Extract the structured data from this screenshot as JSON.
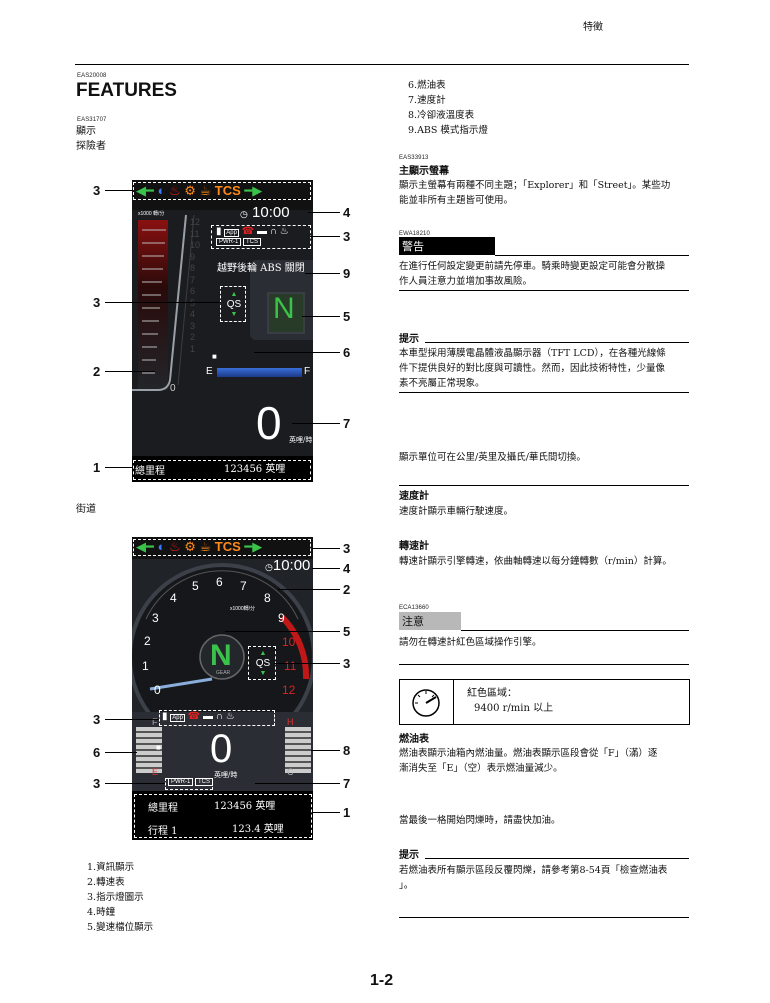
{
  "header": {
    "section_title": "特徵"
  },
  "left": {
    "code_1": "EAS20008",
    "title": "FEATURES",
    "code_2": "EAS31707",
    "display_label": "顯示",
    "explorer_label": "探險者",
    "street_label": "街道",
    "legend": [
      "1.資訊顯示",
      "2.轉速表",
      "3.指示燈圖示",
      "4.時鐘",
      "5.變速檔位顯示"
    ]
  },
  "diagram1": {
    "time": "10:00",
    "rpm_label": "x1000 轉/分",
    "rpm_ticks": [
      "12",
      "11",
      "10",
      "9",
      "8",
      "7",
      "6",
      "5",
      "4",
      "3",
      "2",
      "1"
    ],
    "rpm_zero": "0",
    "abs_text": "越野後輪 ABS 關閉",
    "gear": "N",
    "qs": "QS",
    "fuel_e": "E",
    "fuel_f": "F",
    "speed": "0",
    "speed_unit": "英哩/時",
    "odo_label": "總里程",
    "odo_value": "123456 英哩",
    "pwr": "PWR-1",
    "tcs_small": "TCS",
    "tcs": "TCS",
    "app": "App",
    "callouts": [
      "3",
      "4",
      "3",
      "9",
      "3",
      "5",
      "6",
      "2",
      "7",
      "1"
    ]
  },
  "diagram2": {
    "time": "10:00",
    "rpm_label": "x1000轉/分",
    "dial_numbers": [
      "0",
      "1",
      "2",
      "3",
      "4",
      "5",
      "6",
      "7",
      "8",
      "9",
      "10",
      "11",
      "12"
    ],
    "gear": "N",
    "gear_sub": "GEAR",
    "qs": "QS",
    "speed": "0",
    "speed_unit": "英哩/時",
    "fuel_e": "E",
    "fuel_f": "F",
    "temp_h": "H",
    "temp_c": "C",
    "odo_label": "總里程",
    "odo_value": "123456 英哩",
    "trip_label": "行程 1",
    "trip_value": "123.4 英哩",
    "pwr": "PWR-1",
    "tcs_small": "TCS",
    "tcs": "TCS",
    "app": "App",
    "callouts": [
      "3",
      "4",
      "2",
      "5",
      "3",
      "3",
      "6",
      "8",
      "3",
      "7",
      "1"
    ]
  },
  "right": {
    "list": [
      "6.燃油表",
      "7.速度計",
      "8.冷卻液溫度表",
      "9.ABS 模式指示燈"
    ],
    "code_3": "EAS33913",
    "main_title": "主顯示螢幕",
    "main_text_1": "顯示主螢幕有兩種不同主題；「Explorer」和「Street」。某些功",
    "main_text_2": "能並非所有主題皆可使用。",
    "code_4": "EWA18210",
    "warning_label": "警告",
    "warning_text_1": "在進行任何設定變更前請先停車。騎乘時變更設定可能會分散操",
    "warning_text_2": "作人員注意力並增加事故風險。",
    "tip_label": "提示",
    "tip_text_1": "本車型採用薄膜電晶體液晶顯示器（TFT LCD），在各種光線條",
    "tip_text_2": "件下提供良好的對比度與可讀性。然而，因此技術特性，少量像",
    "tip_text_3": "素不亮屬正常現象。",
    "unit_text": "顯示單位可在公里/英里及攝氏/華氏間切換。",
    "speedo_title": "速度計",
    "speedo_text": "速度計顯示車輛行駛速度。",
    "tach_title": "轉速計",
    "tach_text": "轉速計顯示引擎轉速，依曲軸轉速以每分鐘轉數（r/min）計算。",
    "code_5": "ECA13660",
    "notice_label": "注意",
    "notice_text": "請勿在轉速計紅色區域操作引擎。",
    "red_zone_label": "紅色區域：",
    "red_zone_value": "9400 r/min 以上",
    "fuel_title": "燃油表",
    "fuel_text_1": "燃油表顯示油箱內燃油量。燃油表顯示區段會從「F」（滿）逐",
    "fuel_text_2": "漸消失至「E」（空）表示燃油量減少。",
    "fuel_text_3": "當最後一格開始閃爍時，請盡快加油。",
    "tip2_label": "提示",
    "tip2_text_1": "若燃油表所有顯示區段反覆閃爍，請參考第8-54頁「檢查燃油表",
    "tip2_text_2": "」。"
  },
  "footer": {
    "page_number": "1-2"
  }
}
